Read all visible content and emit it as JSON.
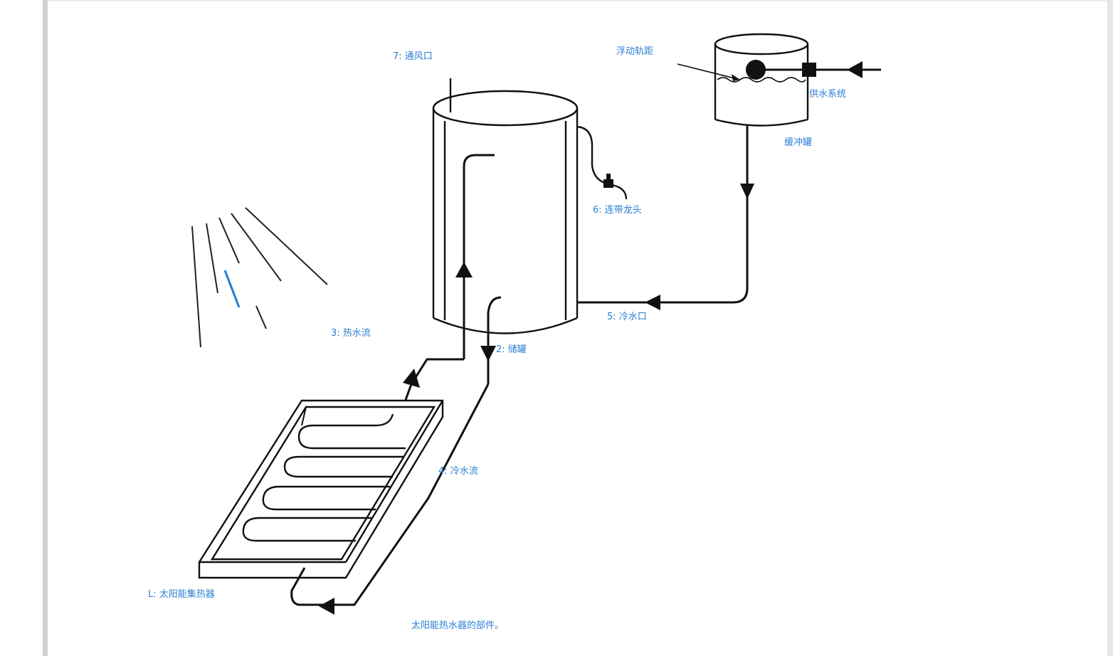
{
  "labels": {
    "vent": "7: 通风口",
    "float_valve": "浮动轨距",
    "water_supply": "供水系统",
    "buffer_tank": "缓冲罐",
    "faucet": "6: 连带龙头",
    "cold_inlet": "5: 冷水口",
    "hot_flow": "3: 热水流",
    "storage_tank": "2: 储罐",
    "cold_flow": "4: 冷水流",
    "collector": "L: 太阳能集热器",
    "caption": "太阳能热水器的部件。"
  },
  "colors": {
    "label": "#2b7fd4",
    "line": "#111111",
    "accent_ray": "#1a7fd8"
  }
}
